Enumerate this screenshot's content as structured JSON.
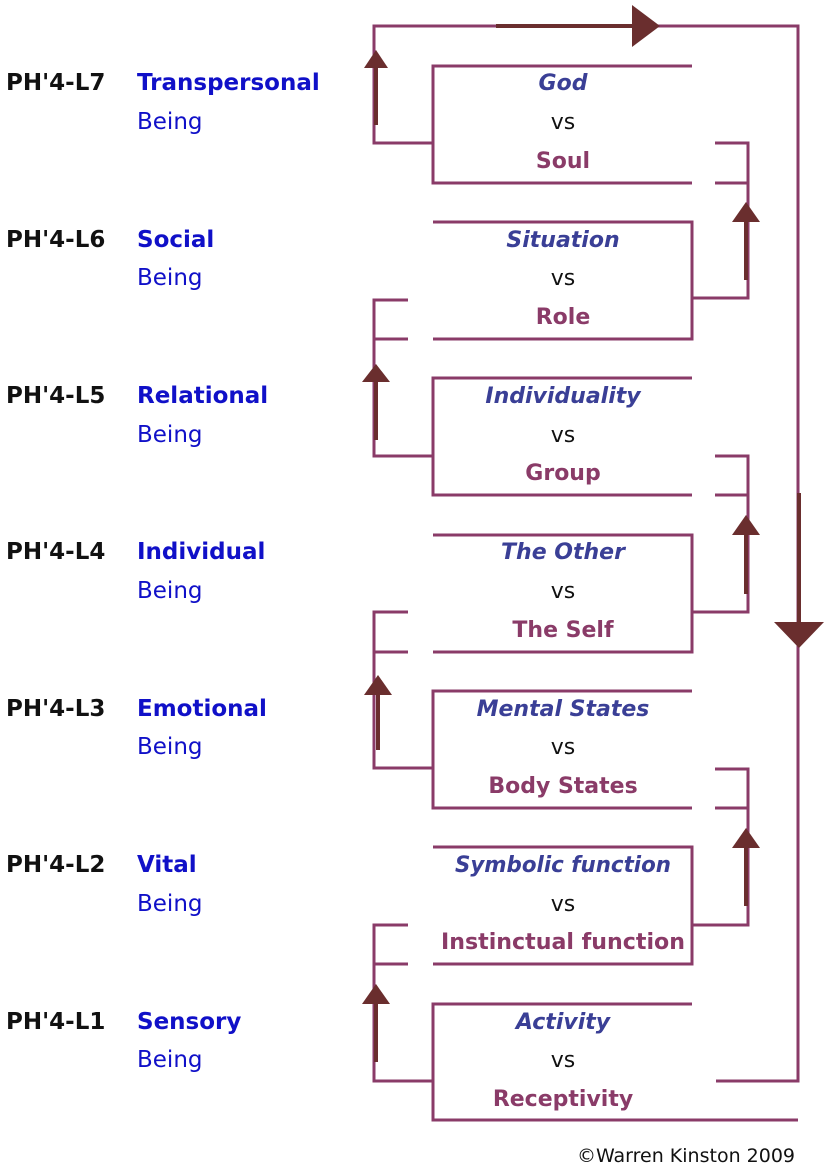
{
  "levels": [
    {
      "code": "PH'4-L7",
      "name": "Transpersonal",
      "sub": "Being",
      "top": "God",
      "vs": "vs",
      "bottom": "Soul"
    },
    {
      "code": "PH'4-L6",
      "name": "Social",
      "sub": "Being",
      "top": "Situation",
      "vs": "vs",
      "bottom": "Role"
    },
    {
      "code": "PH'4-L5",
      "name": "Relational",
      "sub": "Being",
      "top": "Individuality",
      "vs": "vs",
      "bottom": "Group"
    },
    {
      "code": "PH'4-L4",
      "name": "Individual",
      "sub": "Being",
      "top": "The Other",
      "vs": "vs",
      "bottom": "The Self"
    },
    {
      "code": "PH'4-L3",
      "name": "Emotional",
      "sub": "Being",
      "top": "Mental States",
      "vs": "vs",
      "bottom": "Body States"
    },
    {
      "code": "PH'4-L2",
      "name": "Vital",
      "sub": "Being",
      "top": "Symbolic function",
      "vs": "vs",
      "bottom": "Instinctual function"
    },
    {
      "code": "PH'4-L1",
      "name": "Sensory",
      "sub": "Being",
      "top": "Activity",
      "vs": "vs",
      "bottom": "Receptivity"
    }
  ],
  "copyright": "©Warren Kinston 2009",
  "colors": {
    "code_text": "#111111",
    "level_name": "#1010c8",
    "top_pole": "#3a3f96",
    "bottom_pole": "#8a3b68",
    "bracket_lines": "#8a3b68",
    "arrows": "#6a2e2e"
  }
}
